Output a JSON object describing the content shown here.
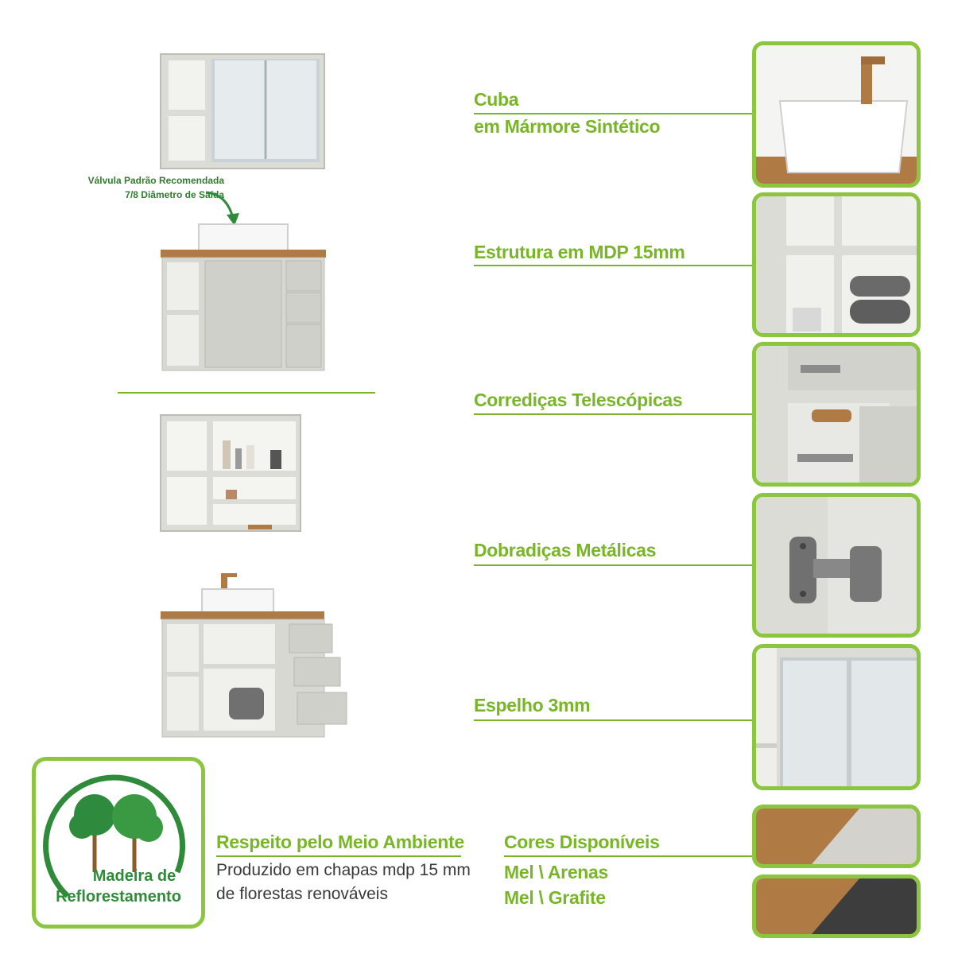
{
  "features": [
    {
      "line1": "Cuba",
      "line2": "em Mármore Sintético",
      "thumb_icon": "sink-closeup-image"
    },
    {
      "line1": "Estrutura em MDP 15mm",
      "thumb_icon": "shelf-closeup-image"
    },
    {
      "line1": "Corrediças Telescópicas",
      "thumb_icon": "drawer-slide-closeup-image"
    },
    {
      "line1": "Dobradiças Metálicas",
      "thumb_icon": "hinge-closeup-image"
    },
    {
      "line1": "Espelho 3mm",
      "thumb_icon": "mirror-closeup-image"
    }
  ],
  "note": {
    "line1": "Válvula Padrão Recomendada",
    "line2": "7/8 Diâmetro de Saída"
  },
  "eco": {
    "badge_line1": "Madeira de",
    "badge_line2": "Reflorestamento",
    "title": "Respeito pelo Meio Ambiente",
    "desc_line1": "Produzido em chapas mdp 15 mm",
    "desc_line2": "de florestas renováveis"
  },
  "colors": {
    "title": "Cores Disponíveis",
    "options": [
      "Mel \\ Arenas",
      "Mel \\ Grafite"
    ],
    "mel": "#b07a45",
    "arenas": "#d3d2cc",
    "grafite": "#3d3d3d"
  },
  "theme": {
    "green": "#78b627",
    "dark_green": "#2f8a3a",
    "cabinet": "#d8d8d2"
  }
}
